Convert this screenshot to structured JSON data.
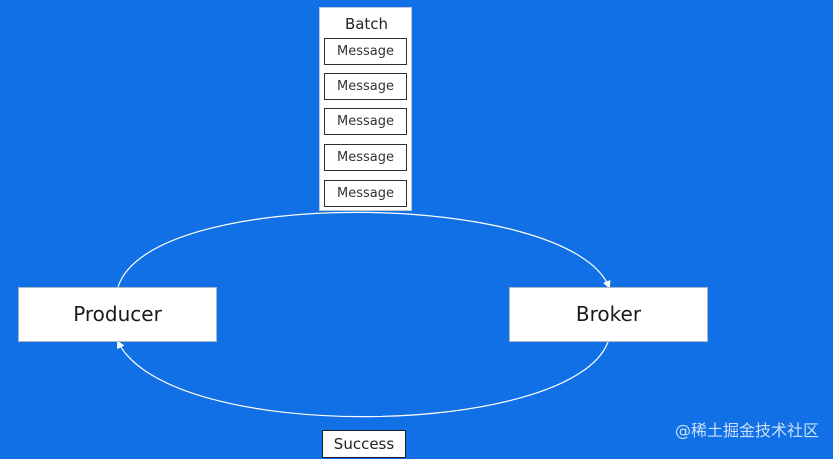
{
  "diagram": {
    "batch": {
      "title": "Batch",
      "messages": [
        "Message",
        "Message",
        "Message",
        "Message",
        "Message"
      ]
    },
    "producer": "Producer",
    "broker": "Broker",
    "ack": "Success"
  },
  "watermark": "@稀土掘金技术社区",
  "colors": {
    "background": "#1170e6",
    "box": "#ffffff",
    "line": "#ffffff"
  }
}
